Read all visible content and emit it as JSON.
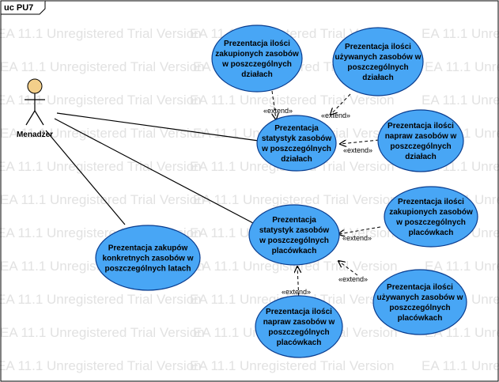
{
  "diagram": {
    "frame_label": "uc PU7",
    "watermark": "EA 11.1 Unregistered Trial Version",
    "colors": {
      "usecase_fill": "#48a6f5",
      "usecase_stroke": "#0a3d8f",
      "actor_head": "#f3cf8a",
      "watermark": "#e2e2e2"
    },
    "actor": {
      "name": "Menadżer"
    },
    "stereotype": "«extend»",
    "use_cases": {
      "uc_zakup_dzialy": [
        "Prezentacja ilości",
        "zakupionych zasobów",
        "w poszczególnych",
        "działach"
      ],
      "uc_uzyw_dzialy": [
        "Prezentacja ilości",
        "używanych zasobów w",
        "poszczególnych",
        "działach"
      ],
      "uc_stat_dzialy": [
        "Prezentacja",
        "statystyk zasobów",
        "w poszczególnych",
        "działach"
      ],
      "uc_napraw_dzialy": [
        "Prezentacja ilości",
        "napraw zasobów w",
        "poszczególnych",
        "działach"
      ],
      "uc_zakup_plac": [
        "Prezentacja ilości",
        "zakupionych zasobów",
        "w poszczególnych",
        "placówkach"
      ],
      "uc_stat_plac": [
        "Prezentacja",
        "statystyk zasobów",
        "w poszczególnych",
        "placówkach"
      ],
      "uc_zakupow_latach": [
        "Prezentacja zakupów",
        "konkretnych zasobów w",
        "poszczególnych latach"
      ],
      "uc_uzyw_plac": [
        "Prezentacja ilości",
        "używanych zasobów w",
        "poszczególnych",
        "placówkach"
      ],
      "uc_napraw_plac": [
        "Prezentacja ilości",
        "napraw zasobów w",
        "poszczególnych",
        "placówkach"
      ]
    }
  }
}
